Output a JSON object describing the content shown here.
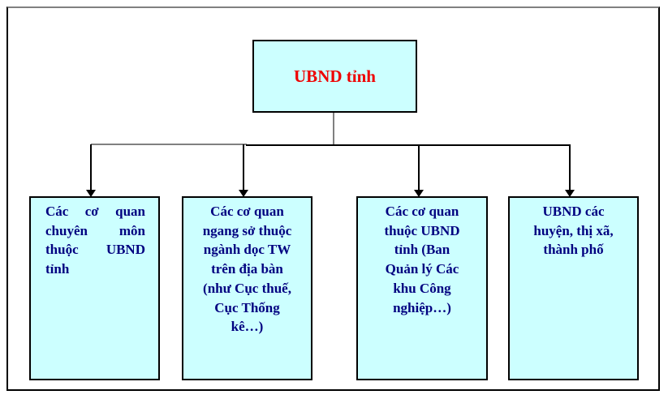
{
  "diagram": {
    "type": "org-chart",
    "root": {
      "label": "UBND tỉnh"
    },
    "children": [
      {
        "label": "Các cơ quan chuyên môn thuộc UBND tỉnh",
        "lines": [
          "Các cơ quan",
          "chuyên môn",
          "thuộc UBND",
          "tỉnh"
        ],
        "align": "justify"
      },
      {
        "label": "Các cơ quan ngang sở thuộc ngành dọc TW trên địa bàn (như Cục thuế, Cục Thống kê…)",
        "lines": [
          "Các cơ quan",
          "ngang sở thuộc",
          "ngành dọc TW",
          "trên địa bàn",
          "(như Cục thuế,",
          "Cục Thống",
          "kê…)"
        ],
        "align": "center"
      },
      {
        "label": "Các cơ quan thuộc UBND tỉnh (Ban Quản lý Các khu Công nghiệp…)",
        "lines": [
          "Các cơ quan",
          "thuộc UBND",
          "tỉnh (Ban",
          "Quản lý Các",
          "khu Công",
          "nghiệp…)"
        ],
        "align": "center"
      },
      {
        "label": "UBND các huyện, thị xã, thành phố",
        "lines": [
          "UBND các",
          "huyện, thị xã,",
          "thành phố"
        ],
        "align": "center"
      }
    ],
    "colors": {
      "box_fill": "#ccffff",
      "box_border": "#000000",
      "root_text": "#ee0000",
      "child_text": "#000080",
      "connector_gray": "#808080",
      "connector_black": "#000000",
      "frame_top_border": "#808080"
    }
  }
}
